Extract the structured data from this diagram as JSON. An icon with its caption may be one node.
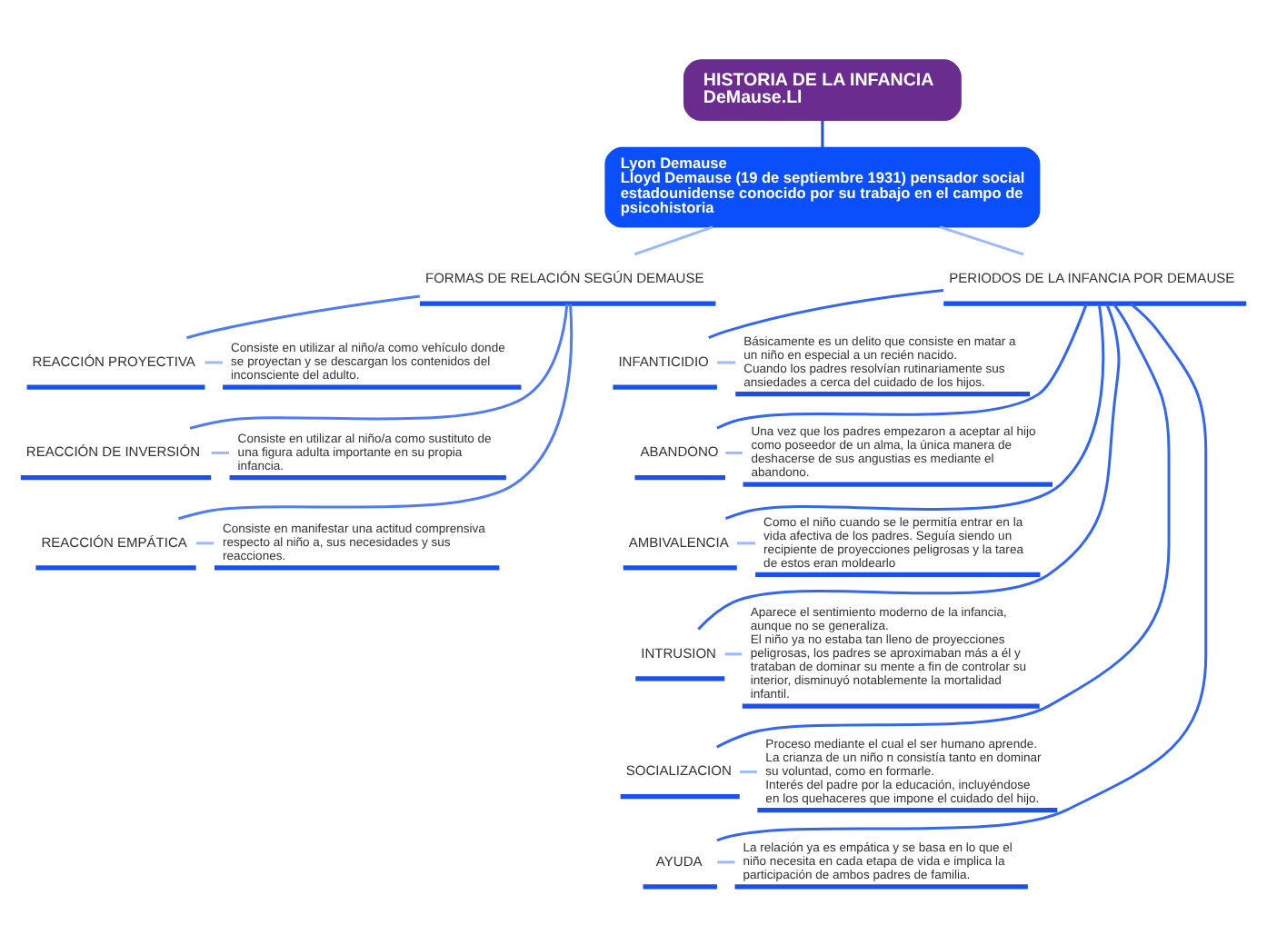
{
  "diagram": {
    "nodes": [
      {
        "text": [
          "HISTORIA DE LA INFANCIA DeMause.Ll"
        ]
      },
      {
        "text": [
          "Lyon Demause",
          "Lloyd Demause (19 de septiembre 1931) pensador social estadounidense conocido por su trabajo en el campo de psicohistoria"
        ]
      },
      {
        "text": [
          "FORMAS DE RELACIÓN SEGÚN DEMAUSE"
        ]
      },
      {
        "text": [
          "REACCIÓN PROYECTIVA"
        ]
      },
      {
        "text": [
          "Consiste en utilizar al niño/a como vehículo donde se proyectan y se descargan los contenidos del inconsciente del adulto."
        ]
      },
      {
        "text": [
          "REACCIÓN DE INVERSIÓN"
        ]
      },
      {
        "text": [
          "Consiste en utilizar al niño/a como sustituto de una figura adulta importante en su propia infancia."
        ]
      },
      {
        "text": [
          "REACCIÓN EMPÁTICA"
        ]
      },
      {
        "text": [
          "Consiste en manifestar una actitud comprensiva respecto al niño a, sus necesidades y sus reacciones."
        ]
      },
      {
        "text": [
          "PERIODOS DE LA INFANCIA POR DEMAUSE"
        ]
      },
      {
        "text": [
          "INFANTICIDIO"
        ]
      },
      {
        "text": [
          "Básicamente es un delito que consiste en matar a un niño en especial a un recién nacido.",
          "Cuando los padres resolvían rutinariamente sus ansiedades a cerca del cuidado de los hijos."
        ]
      },
      {
        "text": [
          "ABANDONO"
        ]
      },
      {
        "text": [
          "Una vez que los padres empezaron a aceptar al hijo como poseedor de un alma, la única manera de deshacerse de sus angustias es mediante el abandono."
        ]
      },
      {
        "text": [
          "AMBIVALENCIA"
        ]
      },
      {
        "text": [
          "Como el niño cuando se le permitía entrar en la vida afectiva de los padres. Seguía siendo un recipiente de proyecciones peligrosas y la tarea de estos eran moldearlo"
        ]
      },
      {
        "text": [
          "INTRUSION"
        ]
      },
      {
        "text": [
          "Aparece el sentimiento moderno de la infancia, aunque no se generaliza.",
          "El niño ya no estaba tan lleno de proyecciones peligrosas, los padres se aproximaban más a él y trataban de dominar su mente a fin de controlar su interior, disminuyó notablemente la mortalidad infantil."
        ]
      },
      {
        "text": [
          "SOCIALIZACION"
        ]
      },
      {
        "text": [
          "Proceso mediante el cual el ser humano aprende.",
          "La crianza de un niño n consistía tanto en dominar su voluntad, como en formarle.",
          "Interés del padre por la educación, incluyéndose en los quehaceres que impone el cuidado del hijo."
        ]
      },
      {
        "text": [
          "AYUDA"
        ]
      },
      {
        "text": [
          "La relación ya es empática y se basa en lo que el niño necesita en cada etapa de vida e implica la participación de ambos padres de familia."
        ]
      }
    ],
    "edges": [
      {
        "from": 0,
        "to": 1,
        "arrow": "none",
        "color": "#1f4fe0"
      },
      {
        "from": 1,
        "to": 2,
        "arrow": "none"
      },
      {
        "from": 1,
        "to": 9,
        "arrow": "none"
      },
      {
        "from": 2,
        "to": 3,
        "arrow": "none",
        "color": "#4f7cf5"
      },
      {
        "from": 3,
        "to": 4,
        "arrow": "none"
      },
      {
        "from": 2,
        "to": 5,
        "arrow": "none",
        "color": "#4f7cf5"
      },
      {
        "from": 5,
        "to": 6,
        "arrow": "none"
      },
      {
        "from": 2,
        "to": 7,
        "arrow": "none",
        "color": "#4f7cf5"
      },
      {
        "from": 7,
        "to": 8,
        "arrow": "none"
      },
      {
        "from": 9,
        "to": 10,
        "arrow": "none",
        "color": "#3366f5"
      },
      {
        "from": 10,
        "to": 11,
        "arrow": "none"
      },
      {
        "from": 9,
        "to": 12,
        "arrow": "none",
        "color": "#3366f5"
      },
      {
        "from": 12,
        "to": 13,
        "arrow": "none"
      },
      {
        "from": 9,
        "to": 14,
        "arrow": "none",
        "color": "#3366f5"
      },
      {
        "from": 14,
        "to": 15,
        "arrow": "none"
      },
      {
        "from": 9,
        "to": 16,
        "arrow": "none",
        "color": "#3366f5"
      },
      {
        "from": 16,
        "to": 17,
        "arrow": "none"
      },
      {
        "from": 9,
        "to": 18,
        "arrow": "none",
        "color": "#3366f5"
      },
      {
        "from": 18,
        "to": 19,
        "arrow": "none"
      },
      {
        "from": 9,
        "to": 20,
        "arrow": "none",
        "color": "#3366f5"
      },
      {
        "from": 20,
        "to": 21,
        "arrow": "none"
      }
    ]
  }
}
